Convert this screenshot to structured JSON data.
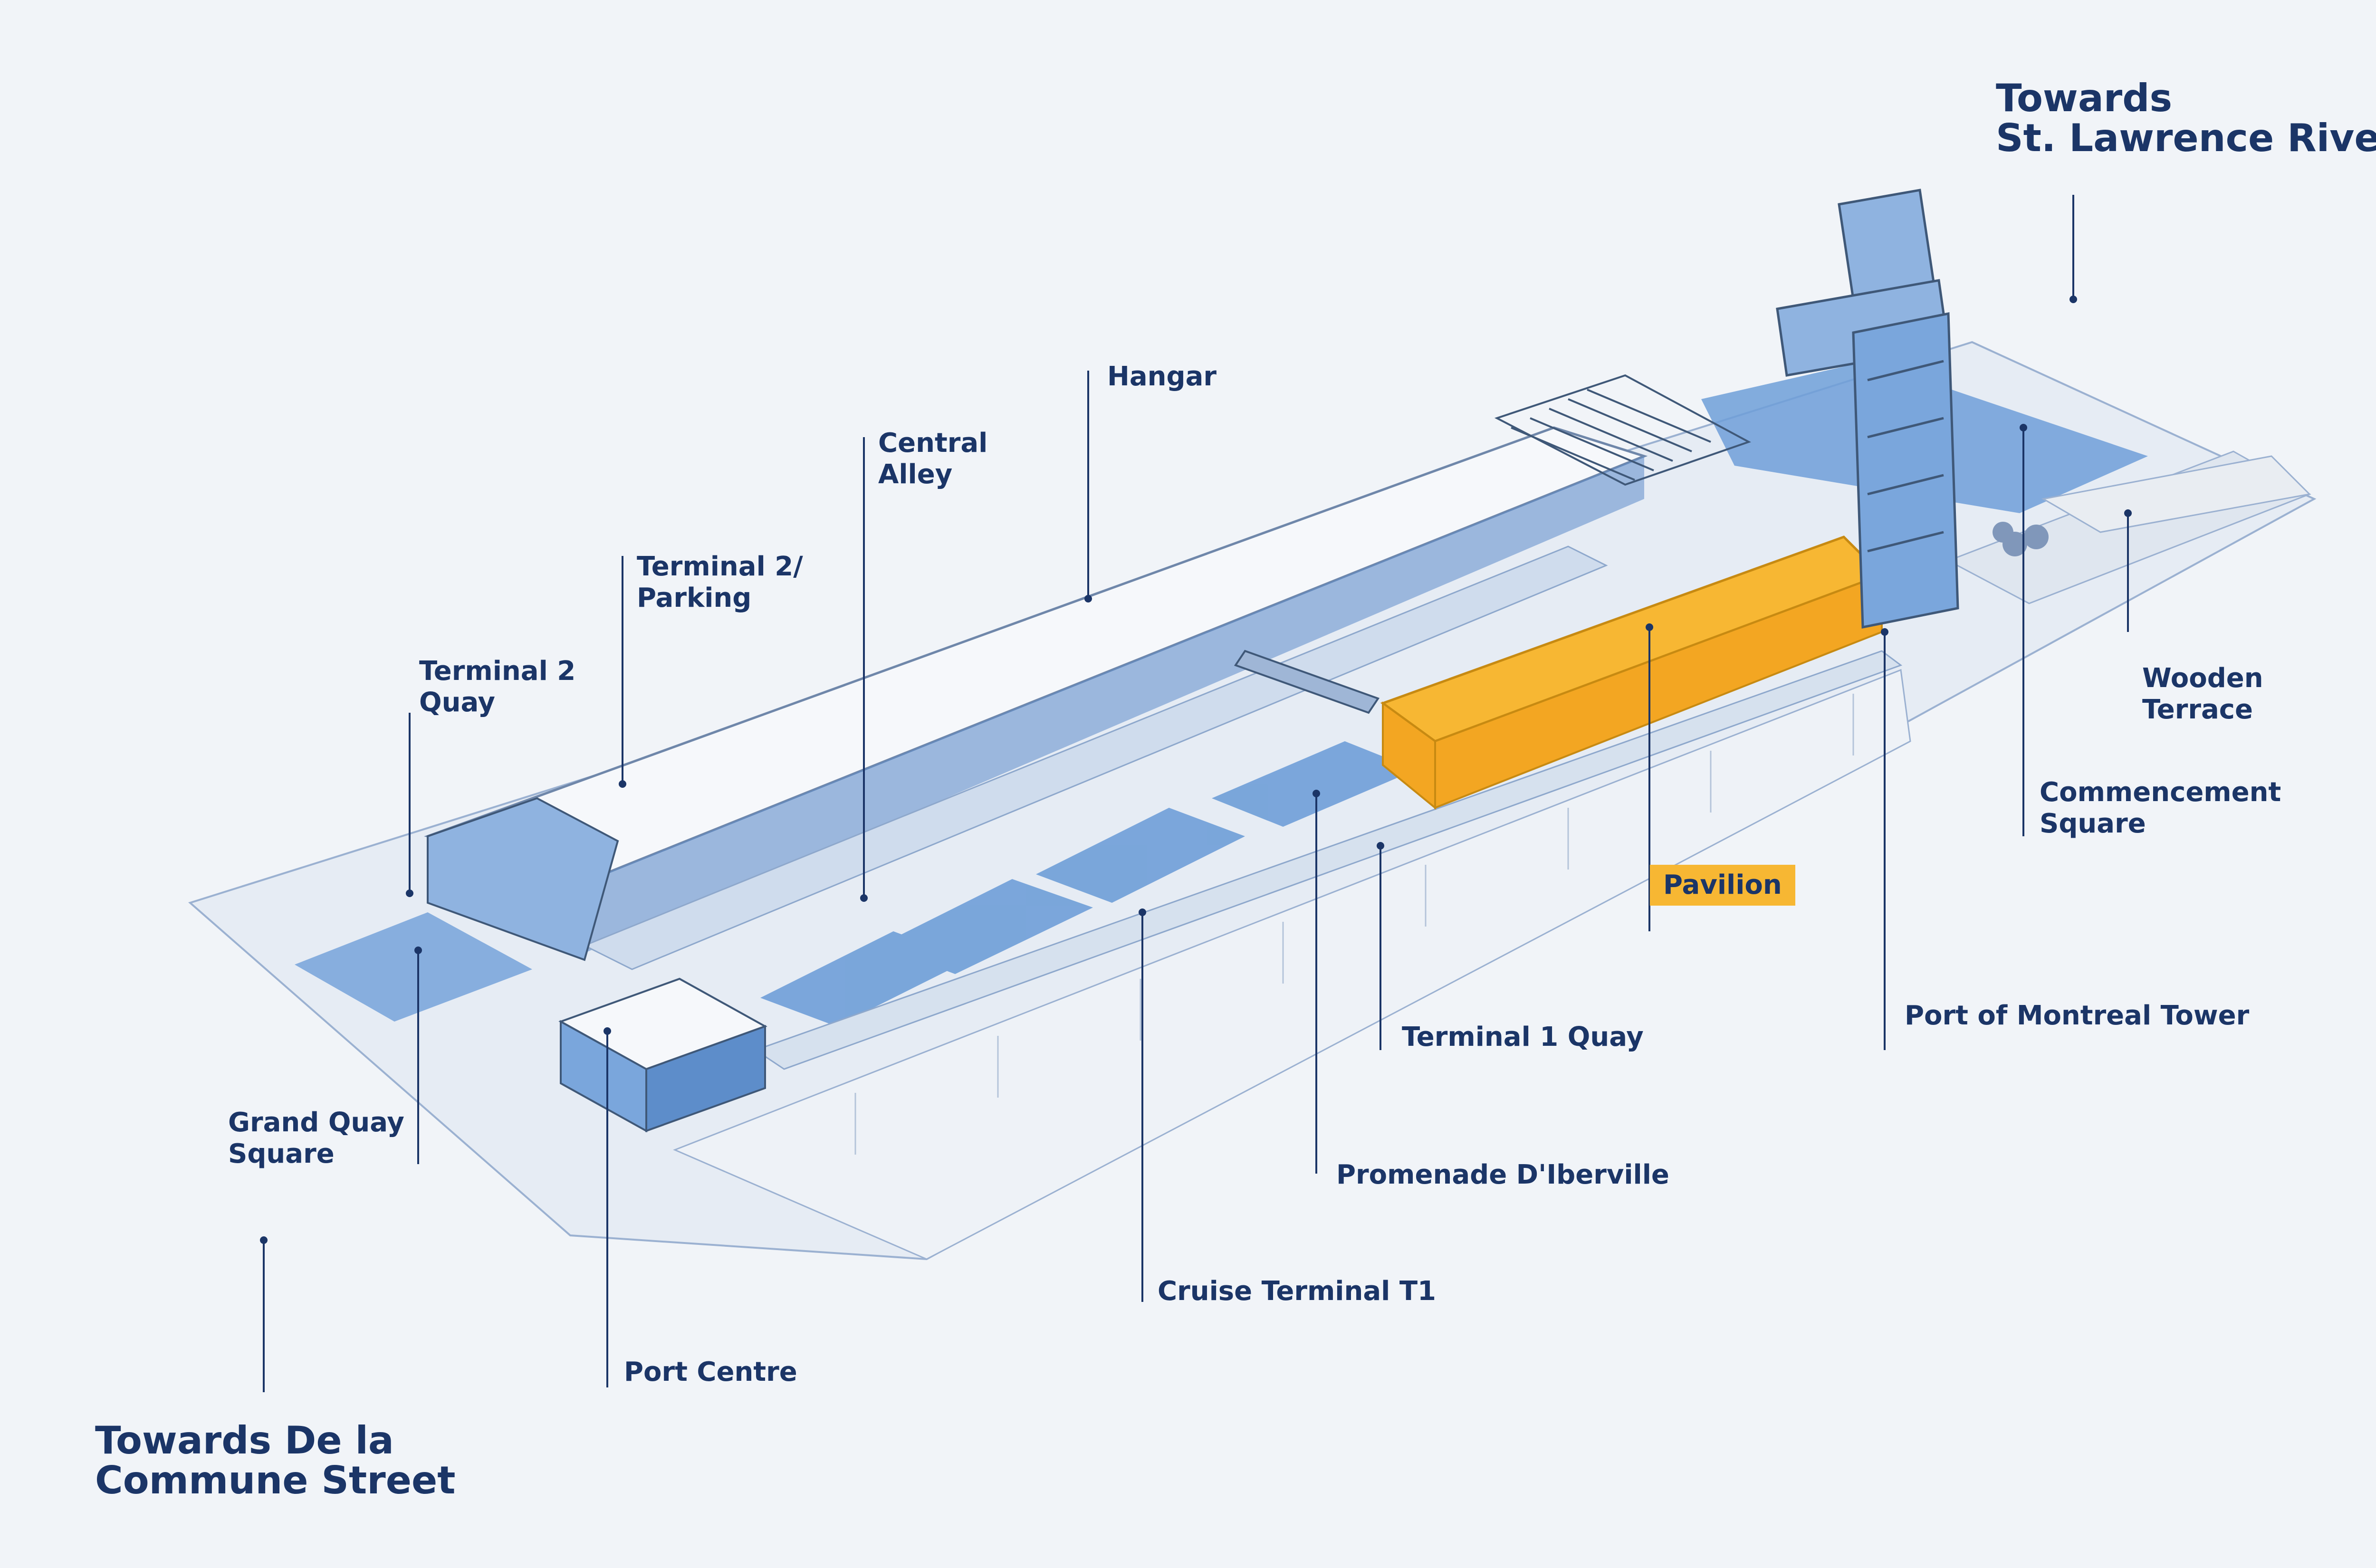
{
  "labels": {
    "towards_river": [
      "Towards",
      "St. Lawrence River"
    ],
    "towards_commune": [
      "Towards De la",
      "Commune Street"
    ],
    "hangar": "Hangar",
    "central_alley": [
      "Central",
      "Alley"
    ],
    "terminal2_parking": [
      "Terminal 2/",
      "Parking"
    ],
    "terminal2_quay": [
      "Terminal 2",
      "Quay"
    ],
    "grand_quay_square": [
      "Grand Quay",
      "Square"
    ],
    "port_centre": "Port Centre",
    "cruise_terminal": "Cruise Terminal T1",
    "promenade": "Promenade D'Iberville",
    "terminal1_quay": "Terminal 1 Quay",
    "pavilion": "Pavilion",
    "port_tower": "Port of Montreal Tower",
    "commencement_square": [
      "Commencement",
      "Square"
    ],
    "wooden_terrace": [
      "Wooden",
      "Terrace"
    ]
  },
  "colors": {
    "background": "#f1f4f8",
    "label_text": "#1b3567",
    "water_blue": "#6f9fd8",
    "pavilion_orange": "#f7b733",
    "structure_line": "#5e7fae"
  }
}
